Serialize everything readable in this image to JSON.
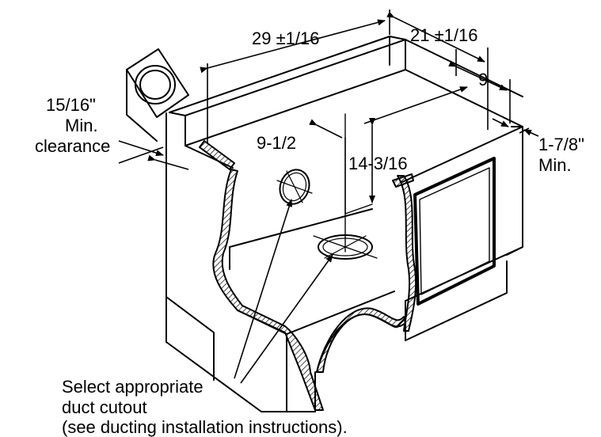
{
  "colors": {
    "ink": "#000000",
    "paper": "#ffffff",
    "hatch": "#000000"
  },
  "labels": {
    "width": "29 ±1/16",
    "depth": "21 ±1/16",
    "offset_back": "9",
    "offset_center": "9-1/2",
    "height_center": "14-3/16",
    "clearance_line1": "15/16\"",
    "clearance_line2": "Min.",
    "clearance_line3": "clearance",
    "side_min_line1": "1-7/8\"",
    "side_min_line2": "Min.",
    "note_line1": "Select appropriate",
    "note_line2": "duct cutout",
    "note_line3": "(see ducting installation instructions)."
  }
}
